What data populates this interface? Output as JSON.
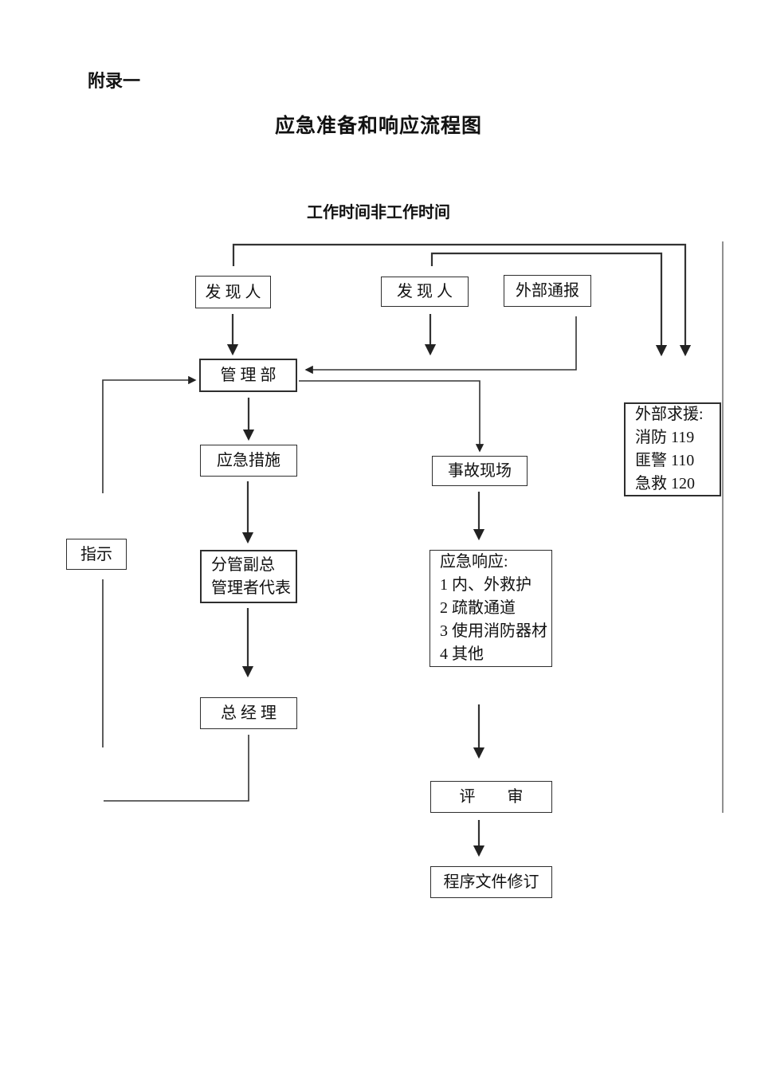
{
  "page": {
    "appendix_label": "附录一",
    "title": "应急准备和响应流程图",
    "time_label": "工作时间非工作时间"
  },
  "nodes": {
    "discoverer_worktime": {
      "label": "发 现 人"
    },
    "discoverer_nonworktime": {
      "label": "发 现 人"
    },
    "external_notification": {
      "label": "外部通报"
    },
    "management_dept": {
      "label": "管 理 部"
    },
    "external_help": {
      "lines": [
        "外部求援:",
        "消防 119",
        "匪警 110",
        "急救 120"
      ]
    },
    "emergency_measures": {
      "label": "应急措施"
    },
    "accident_scene": {
      "label": "事故现场"
    },
    "instruction": {
      "label": "指示"
    },
    "deputy_gm": {
      "lines": [
        "分管副总",
        "管理者代表"
      ]
    },
    "emergency_response": {
      "lines": [
        "应急响应:",
        "1 内、外救护",
        "2 疏散通道",
        "3 使用消防器材",
        "4 其他"
      ]
    },
    "general_manager": {
      "label": "总 经 理"
    },
    "review": {
      "label": "评　　审"
    },
    "procedure_revision": {
      "label": "程序文件修订"
    }
  },
  "colors": {
    "background": "#ffffff",
    "line": "#333333",
    "text": "#111111"
  }
}
